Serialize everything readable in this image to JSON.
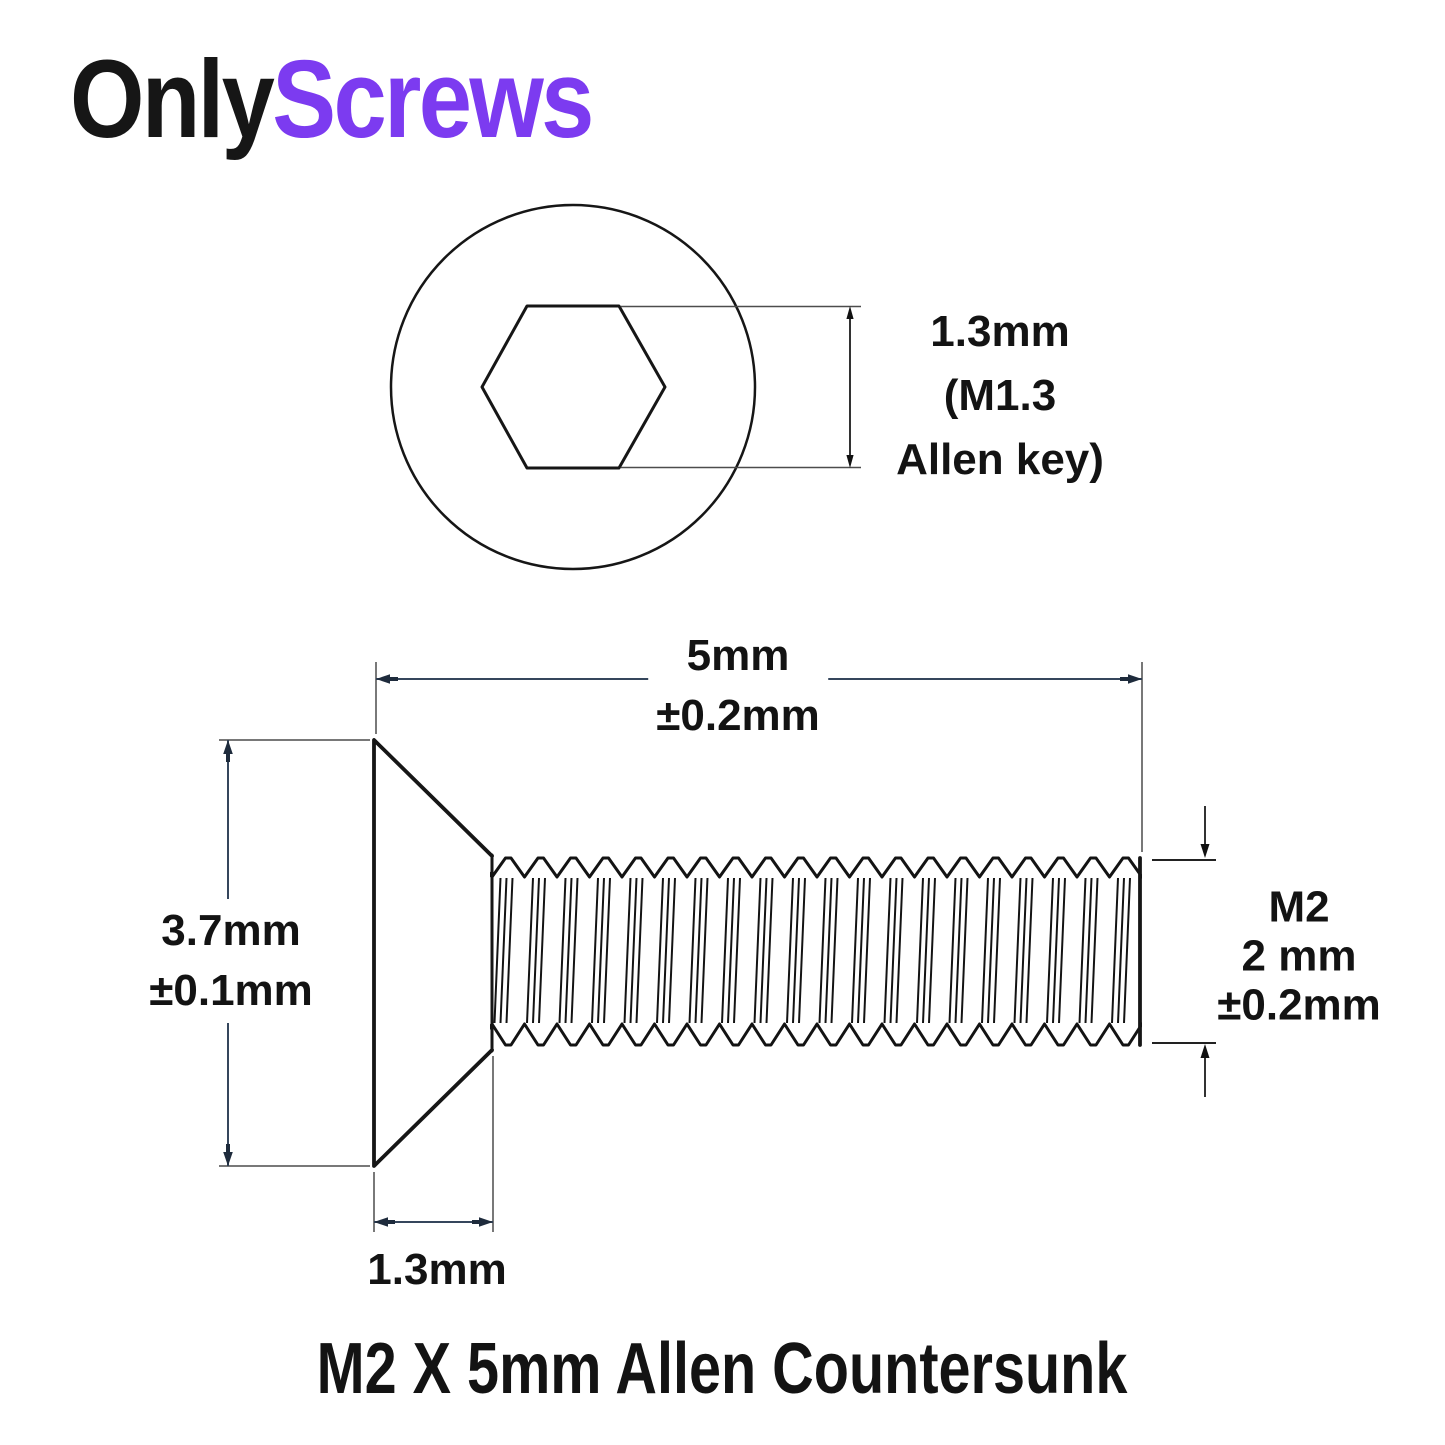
{
  "logo": {
    "part1": "Only",
    "part2": "Screws"
  },
  "colors": {
    "brand_purple": "#7C3BF0",
    "ink": "#161616",
    "dim": "#35465C",
    "dim_arrow": "#1E2B3C"
  },
  "head_view": {
    "socket_dimension_label": "1.3mm\n(M1.3\nAllen key)"
  },
  "side_view": {
    "length_label": "5mm\n±0.2mm",
    "head_diameter_label": "3.7mm\n±0.1mm",
    "thread_diameter_label": "M2\n2 mm\n±0.2mm",
    "head_height_label": "1.3mm"
  },
  "title": "M2 X 5mm Allen Countersunk"
}
